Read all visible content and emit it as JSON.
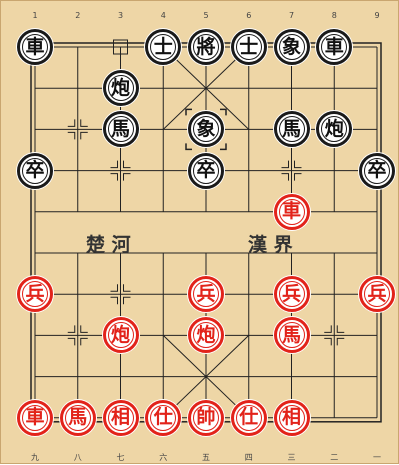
{
  "board": {
    "file_labels_top": [
      "1",
      "2",
      "3",
      "4",
      "5",
      "6",
      "7",
      "8",
      "9"
    ],
    "file_labels_bottom": [
      "九",
      "八",
      "七",
      "六",
      "五",
      "四",
      "三",
      "二",
      "一"
    ],
    "river_left": "楚 河",
    "river_right": "漢 界",
    "colors": {
      "board": "#eed6a6",
      "line": "#222222",
      "red": "#e2231a",
      "black": "#1a1a1a"
    }
  },
  "pieces": [
    {
      "char": "車",
      "side": "black",
      "col": 0,
      "row": 0
    },
    {
      "char": "士",
      "side": "black",
      "col": 3,
      "row": 0
    },
    {
      "char": "將",
      "side": "black",
      "col": 4,
      "row": 0
    },
    {
      "char": "士",
      "side": "black",
      "col": 5,
      "row": 0
    },
    {
      "char": "象",
      "side": "black",
      "col": 6,
      "row": 0
    },
    {
      "char": "車",
      "side": "black",
      "col": 7,
      "row": 0
    },
    {
      "char": "炮",
      "side": "black",
      "col": 2,
      "row": 1
    },
    {
      "char": "馬",
      "side": "black",
      "col": 2,
      "row": 2
    },
    {
      "char": "象",
      "side": "black",
      "col": 4,
      "row": 2
    },
    {
      "char": "馬",
      "side": "black",
      "col": 6,
      "row": 2
    },
    {
      "char": "炮",
      "side": "black",
      "col": 7,
      "row": 2
    },
    {
      "char": "卒",
      "side": "black",
      "col": 0,
      "row": 3
    },
    {
      "char": "卒",
      "side": "black",
      "col": 4,
      "row": 3
    },
    {
      "char": "卒",
      "side": "black",
      "col": 8,
      "row": 3
    },
    {
      "char": "車",
      "side": "red",
      "col": 6,
      "row": 4
    },
    {
      "char": "兵",
      "side": "red",
      "col": 0,
      "row": 6
    },
    {
      "char": "兵",
      "side": "red",
      "col": 4,
      "row": 6
    },
    {
      "char": "兵",
      "side": "red",
      "col": 6,
      "row": 6
    },
    {
      "char": "兵",
      "side": "red",
      "col": 8,
      "row": 6
    },
    {
      "char": "炮",
      "side": "red",
      "col": 2,
      "row": 7
    },
    {
      "char": "炮",
      "side": "red",
      "col": 4,
      "row": 7
    },
    {
      "char": "馬",
      "side": "red",
      "col": 6,
      "row": 7
    },
    {
      "char": "車",
      "side": "red",
      "col": 0,
      "row": 9
    },
    {
      "char": "馬",
      "side": "red",
      "col": 1,
      "row": 9
    },
    {
      "char": "相",
      "side": "red",
      "col": 2,
      "row": 9
    },
    {
      "char": "仕",
      "side": "red",
      "col": 3,
      "row": 9
    },
    {
      "char": "帥",
      "side": "red",
      "col": 4,
      "row": 9
    },
    {
      "char": "仕",
      "side": "red",
      "col": 5,
      "row": 9
    },
    {
      "char": "相",
      "side": "red",
      "col": 6,
      "row": 9
    }
  ],
  "markers": {
    "last_move_from": {
      "col": 2,
      "row": 0
    },
    "last_move_to": {
      "col": 4,
      "row": 2
    }
  }
}
